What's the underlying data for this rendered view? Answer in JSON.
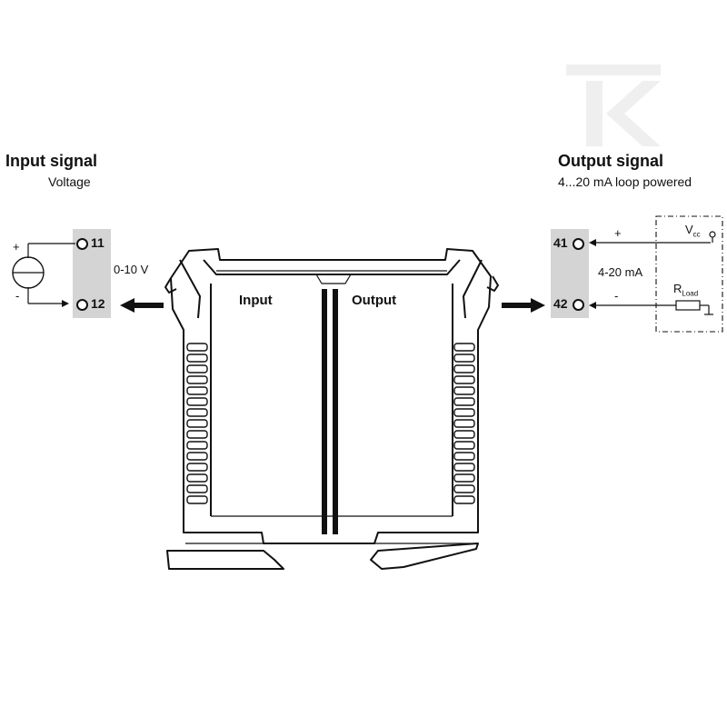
{
  "input": {
    "title": "Input signal",
    "subtitle": "Voltage",
    "range_label": "0-10 V",
    "terminals": [
      "11",
      "12"
    ],
    "plus": "+",
    "minus": "-"
  },
  "output": {
    "title": "Output signal",
    "subtitle": "4...20 mA loop powered",
    "range_label": "4-20 mA",
    "terminals": [
      "41",
      "42"
    ],
    "plus": "+",
    "minus": "-",
    "vcc": {
      "main": "V",
      "sub": "cc"
    },
    "rload": {
      "main": "R",
      "sub": "Load"
    }
  },
  "module": {
    "input_label": "Input",
    "output_label": "Output"
  },
  "colors": {
    "strip": "#d4d4d4",
    "line": "#111111",
    "watermark": "#efefef"
  }
}
